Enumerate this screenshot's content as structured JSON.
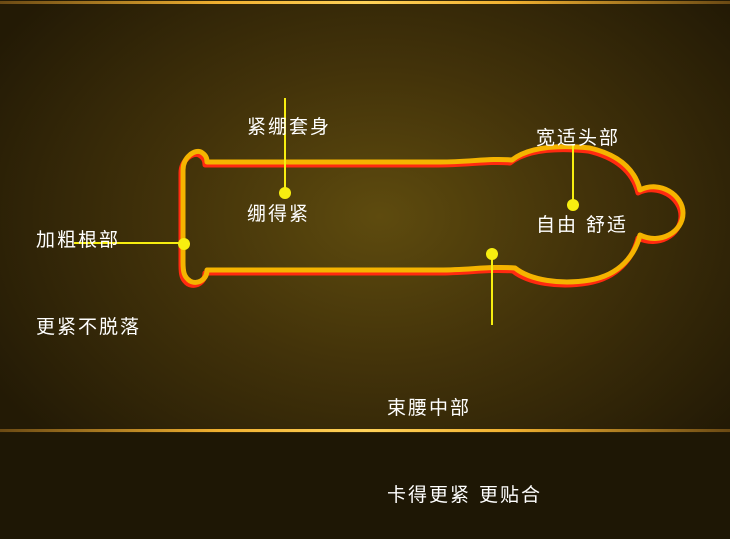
{
  "labels": {
    "body": [
      "紧绷套身",
      "绷得紧"
    ],
    "head": [
      "宽适头部",
      "自由 舒适"
    ],
    "base": [
      "加粗根部",
      "更紧不脱落"
    ],
    "waist": [
      "束腰中部",
      "卡得更紧 更贴合"
    ]
  },
  "colors": {
    "outline": "#f5b400",
    "shadow": "#ff2a10",
    "marker": "#f7ee10",
    "text": "#ffffff"
  }
}
